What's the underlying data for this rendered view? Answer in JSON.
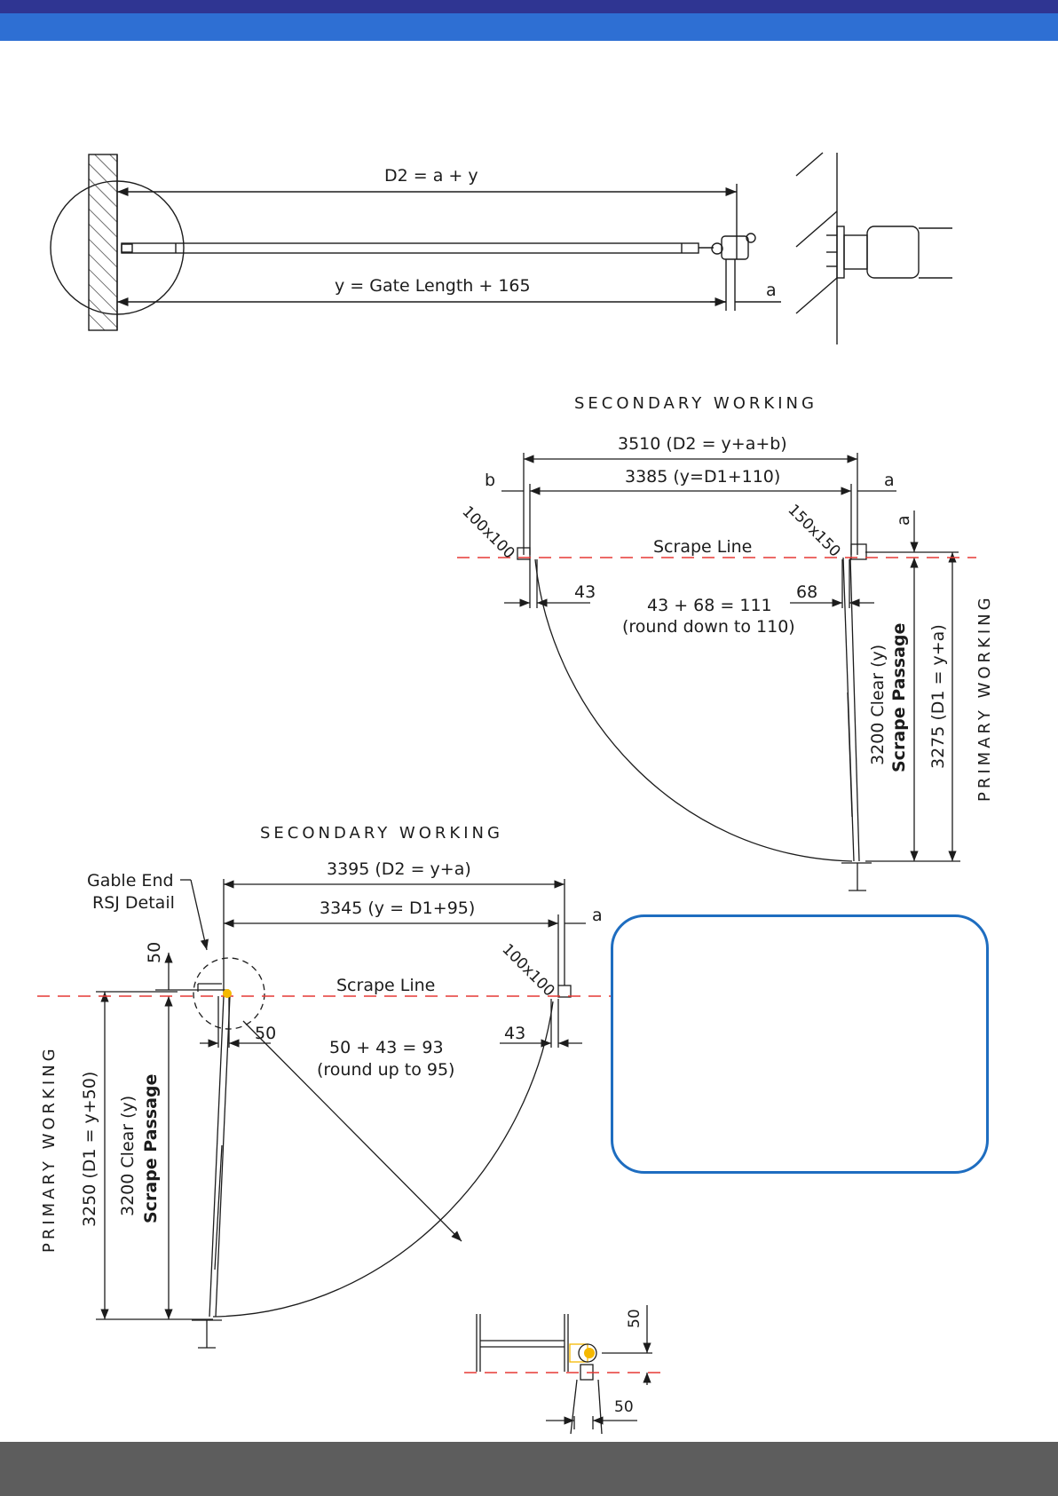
{
  "colors": {
    "header_dark": "#2f3592",
    "header_light": "#2e6fd3",
    "footer": "#5d5d5d",
    "scrape_line": "#e53935",
    "note_border": "#1e6dc0",
    "hinge_marker": "#f5b800",
    "ink": "#1c1c1c"
  },
  "top_drawing": {
    "d2_label": "D2 = a + y",
    "y_label": "y = Gate Length + 165",
    "a_label": "a"
  },
  "upper_diagram": {
    "secondary_heading": "SECONDARY WORKING",
    "primary_heading": "PRIMARY WORKING",
    "d2_label": "3510 (D2 = y+a+b)",
    "y_label": "3385 (y=D1+110)",
    "b_label": "b",
    "a_label": "a",
    "a_vertical_label": "a",
    "post_left": "100x100",
    "post_right": "150x150",
    "scrape_line": "Scrape Line",
    "left_gap": "43",
    "right_gap": "68",
    "sum_line1": "43 + 68 = 111",
    "sum_line2": "(round down to 110)",
    "clear_label": "3200 Clear (y)",
    "passage_label": "Scrape Passage",
    "d1_label": "3275 (D1 = y+a)"
  },
  "lower_diagram": {
    "secondary_heading": "SECONDARY WORKING",
    "primary_heading": "PRIMARY WORKING",
    "gable_line1": "Gable End",
    "gable_line2": "RSJ Detail",
    "d2_label": "3395 (D2 = y+a)",
    "y_label": "3345 (y = D1+95)",
    "a_label": "a",
    "offset_label": "50",
    "post_right": "100x100",
    "scrape_line": "Scrape Line",
    "left_gap": "50",
    "right_gap": "43",
    "sum_line1": "50 + 43 = 93",
    "sum_line2": "(round up to 95)",
    "d1_label": "3250 (D1 = y+50)",
    "clear_label": "3200 Clear (y)",
    "passage_label": "Scrape Passage"
  },
  "rsj_detail": {
    "vertical_label": "50",
    "horizontal_label": "50"
  }
}
